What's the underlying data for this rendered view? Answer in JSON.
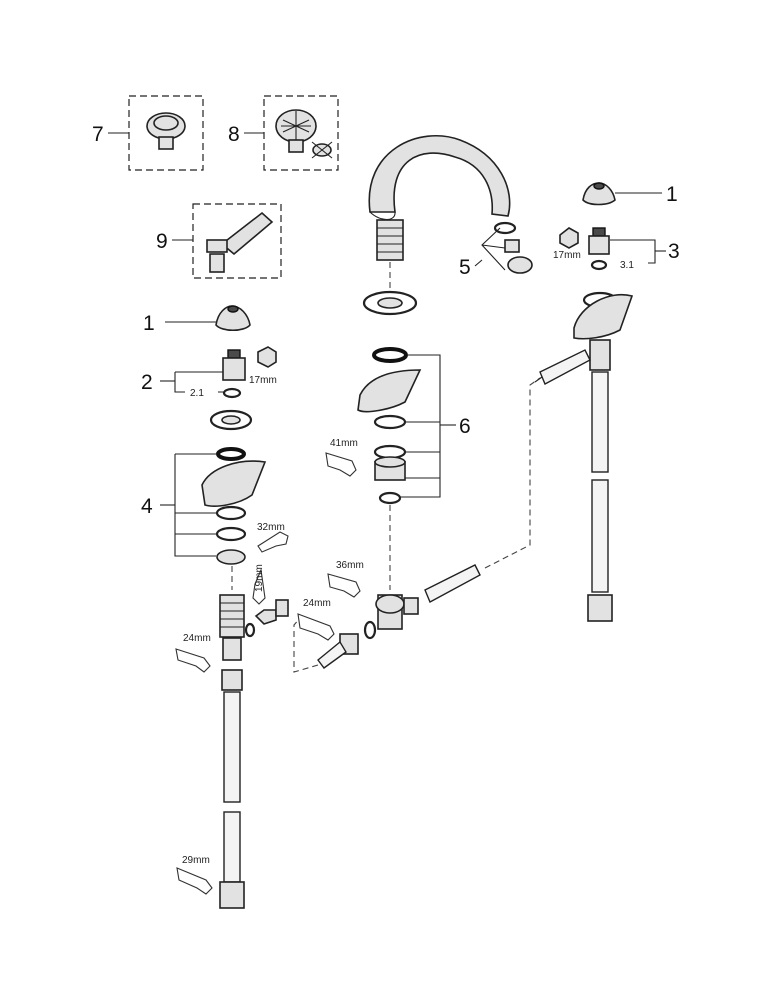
{
  "callouts": {
    "n1a": "1",
    "n1b": "1",
    "n2": "2",
    "n2_1": "2.1",
    "n3": "3",
    "n3_1": "3.1",
    "n4": "4",
    "n5": "5",
    "n6": "6",
    "n7": "7",
    "n8": "8",
    "n9": "9"
  },
  "wrench_sizes": {
    "w17a": "17mm",
    "w17b": "17mm",
    "w32": "32mm",
    "w41": "41mm",
    "w36": "36mm",
    "w19": "19mm",
    "w24a": "24mm",
    "w24b": "24mm",
    "w29": "29mm"
  }
}
